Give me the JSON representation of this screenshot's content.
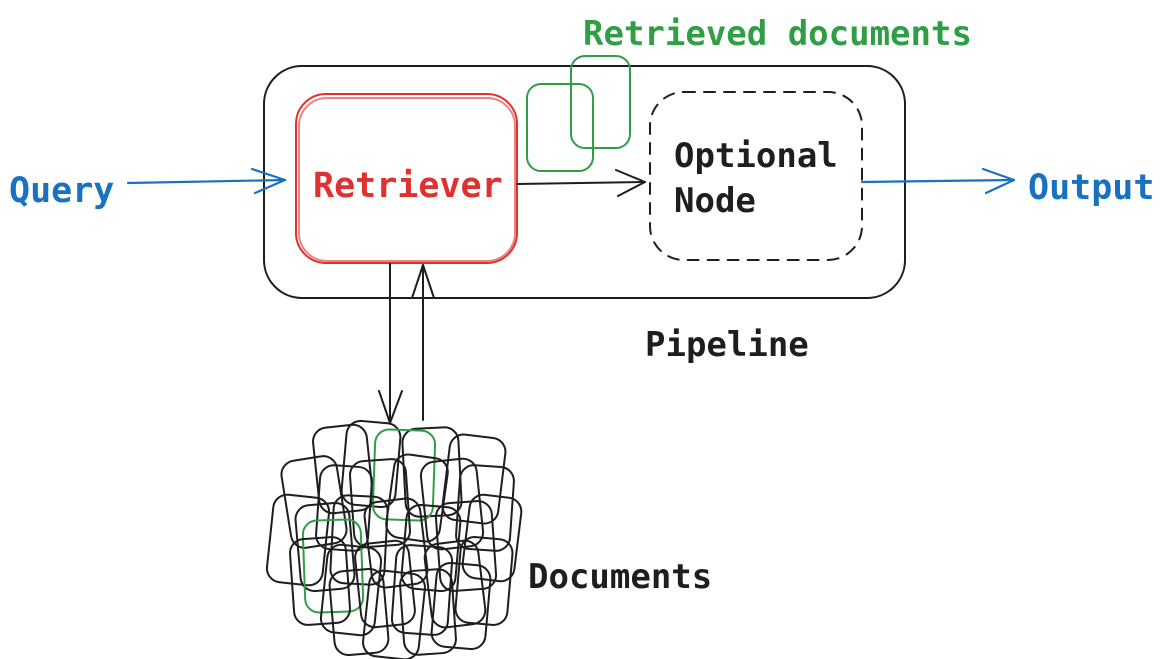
{
  "diagram": {
    "labels": {
      "retrieved_documents": "Retrieved documents",
      "query": "Query",
      "retriever": "Retriever",
      "optional_node_line1": "Optional",
      "optional_node_line2": "Node",
      "output": "Output",
      "pipeline": "Pipeline",
      "documents": "Documents"
    },
    "colors": {
      "blue": "#1971c2",
      "red": "#e03131",
      "green": "#2f9e44",
      "ink": "#1e1e1e",
      "background": "#ffffff"
    },
    "nodes": [
      {
        "id": "pipeline",
        "label": "Pipeline",
        "style": "solid-rounded-container",
        "color": "ink"
      },
      {
        "id": "retriever",
        "label": "Retriever",
        "style": "solid-rounded-box",
        "color": "red"
      },
      {
        "id": "optional-node",
        "label": "Optional Node",
        "style": "dashed-rounded-box",
        "color": "ink"
      },
      {
        "id": "retrieved-documents",
        "label": "Retrieved documents",
        "style": "two-overlapping-document-rects",
        "color": "green"
      },
      {
        "id": "documents",
        "label": "Documents",
        "style": "cluster-of-overlapping-document-rects",
        "color": "ink",
        "highlighted_green_count": 2
      }
    ],
    "edges": [
      {
        "from": "Query",
        "to": "Retriever",
        "color": "blue",
        "direction": "right"
      },
      {
        "from": "Retriever",
        "to": "Optional Node",
        "color": "ink",
        "direction": "right"
      },
      {
        "from": "Optional Node",
        "to": "Output",
        "color": "blue",
        "direction": "right"
      },
      {
        "from": "Retriever",
        "to": "Documents",
        "color": "ink",
        "direction": "down"
      },
      {
        "from": "Documents",
        "to": "Retriever",
        "color": "ink",
        "direction": "up"
      }
    ]
  }
}
